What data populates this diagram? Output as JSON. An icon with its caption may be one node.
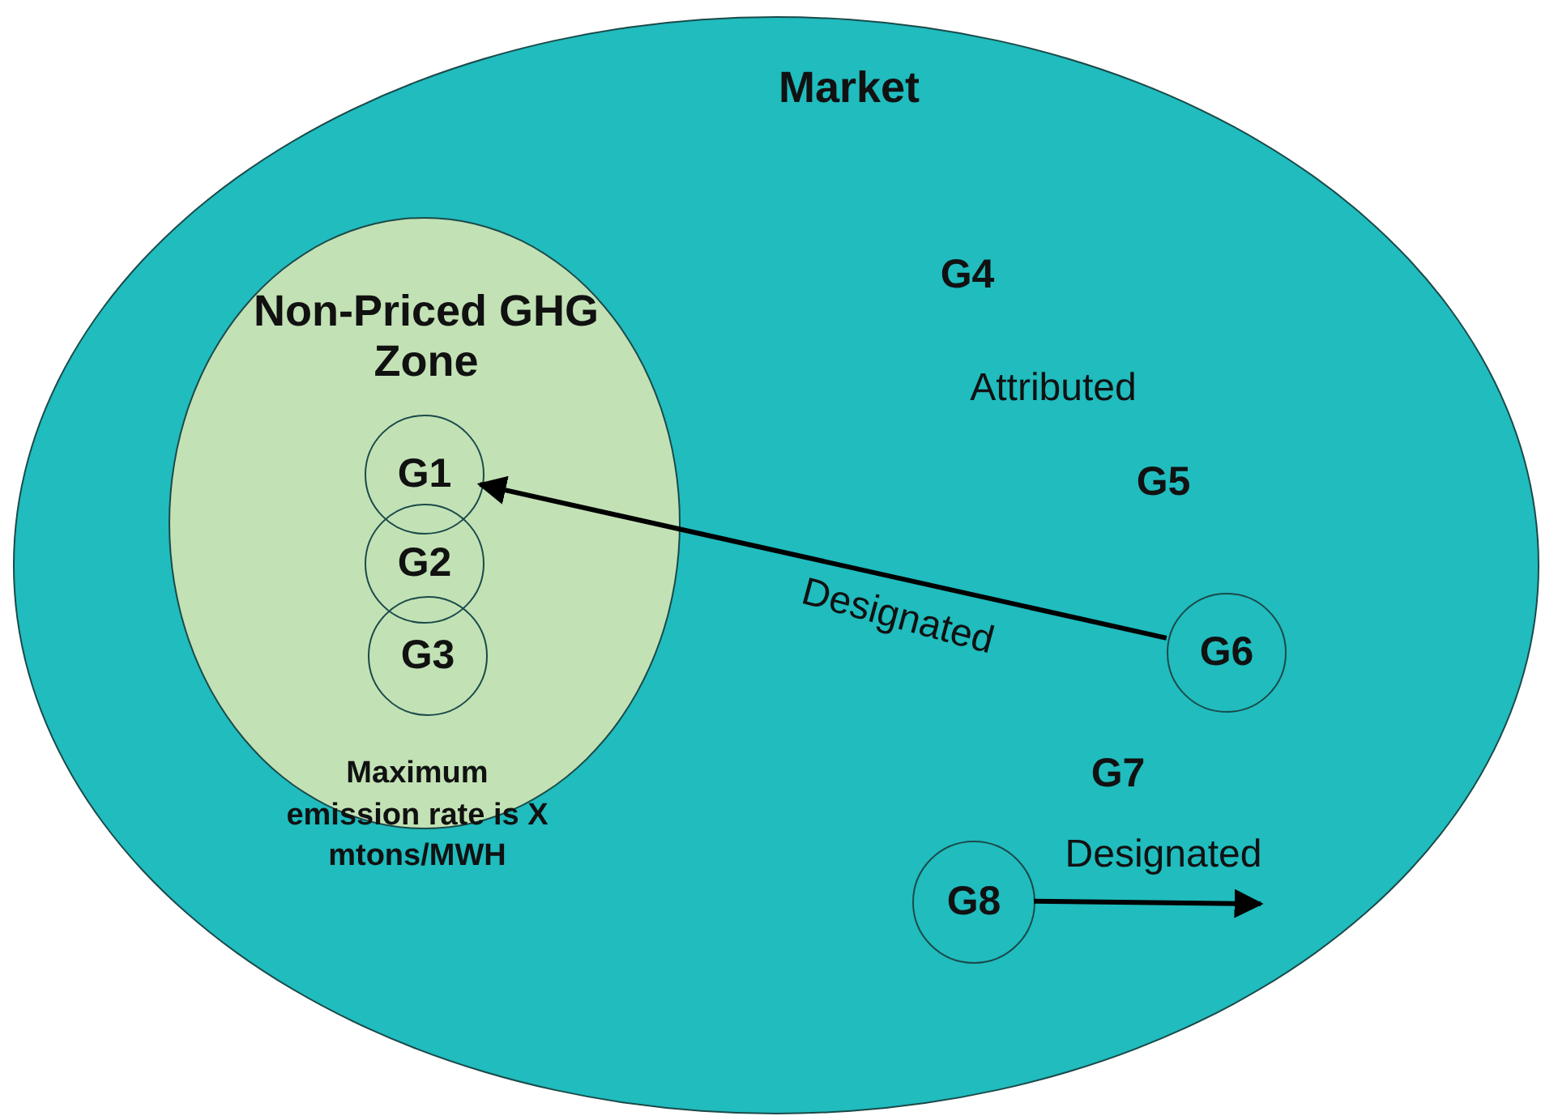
{
  "diagram": {
    "nodes": [
      {
        "text": [
          "Market"
        ]
      },
      {
        "text": [
          "Non-Priced GHG Zone",
          "Maximum emission rate is X mtons/MWH"
        ],
        "in": 0
      },
      {
        "text": [
          "G1"
        ],
        "in": 1
      },
      {
        "text": [
          "G2"
        ],
        "in": 1
      },
      {
        "text": [
          "G3"
        ],
        "in": 1
      },
      {
        "text": [
          "G6"
        ],
        "in": 0
      },
      {
        "text": [
          "G8"
        ],
        "in": 0
      }
    ],
    "edges": [
      {
        "from": 5,
        "to": 2,
        "arrow": "to",
        "label": "Designated"
      },
      {
        "from": 6,
        "to": null,
        "arrow": "to",
        "label": "Designated"
      }
    ],
    "labels": [
      "G4",
      "Attributed",
      "G5",
      "G7"
    ]
  }
}
